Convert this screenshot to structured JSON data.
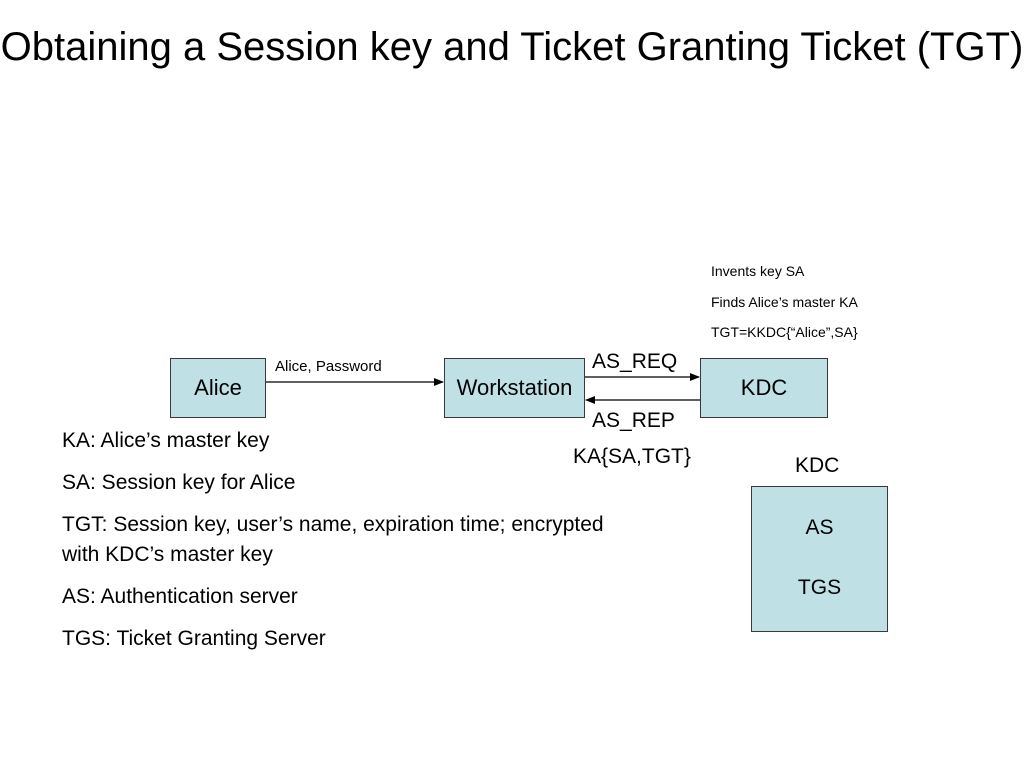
{
  "title": "Obtaining a Session key and Ticket Granting Ticket (TGT)",
  "nodes": {
    "alice": "Alice",
    "workstation": "Workstation",
    "kdc": "KDC"
  },
  "edges": {
    "alice_to_workstation": "Alice, Password",
    "as_req": "AS_REQ",
    "as_rep": "AS_REP",
    "as_rep_payload": "KA{SA,TGT}"
  },
  "kdc_notes": [
    "Invents key SA",
    "Finds Alice’s master KA",
    "TGT=KKDC{“Alice”,SA}"
  ],
  "legend": [
    "KA: Alice’s master key",
    "SA: Session key for Alice",
    "TGT: Session key, user’s name, expiration time; encrypted with KDC’s master key",
    "AS: Authentication server",
    "TGS: Ticket Granting Server"
  ],
  "kdc_detail": {
    "label": "KDC",
    "components": [
      "AS",
      "TGS"
    ]
  },
  "colors": {
    "box_fill": "#bfe0e4",
    "box_border": "#3a3a3a",
    "text": "#000000"
  }
}
